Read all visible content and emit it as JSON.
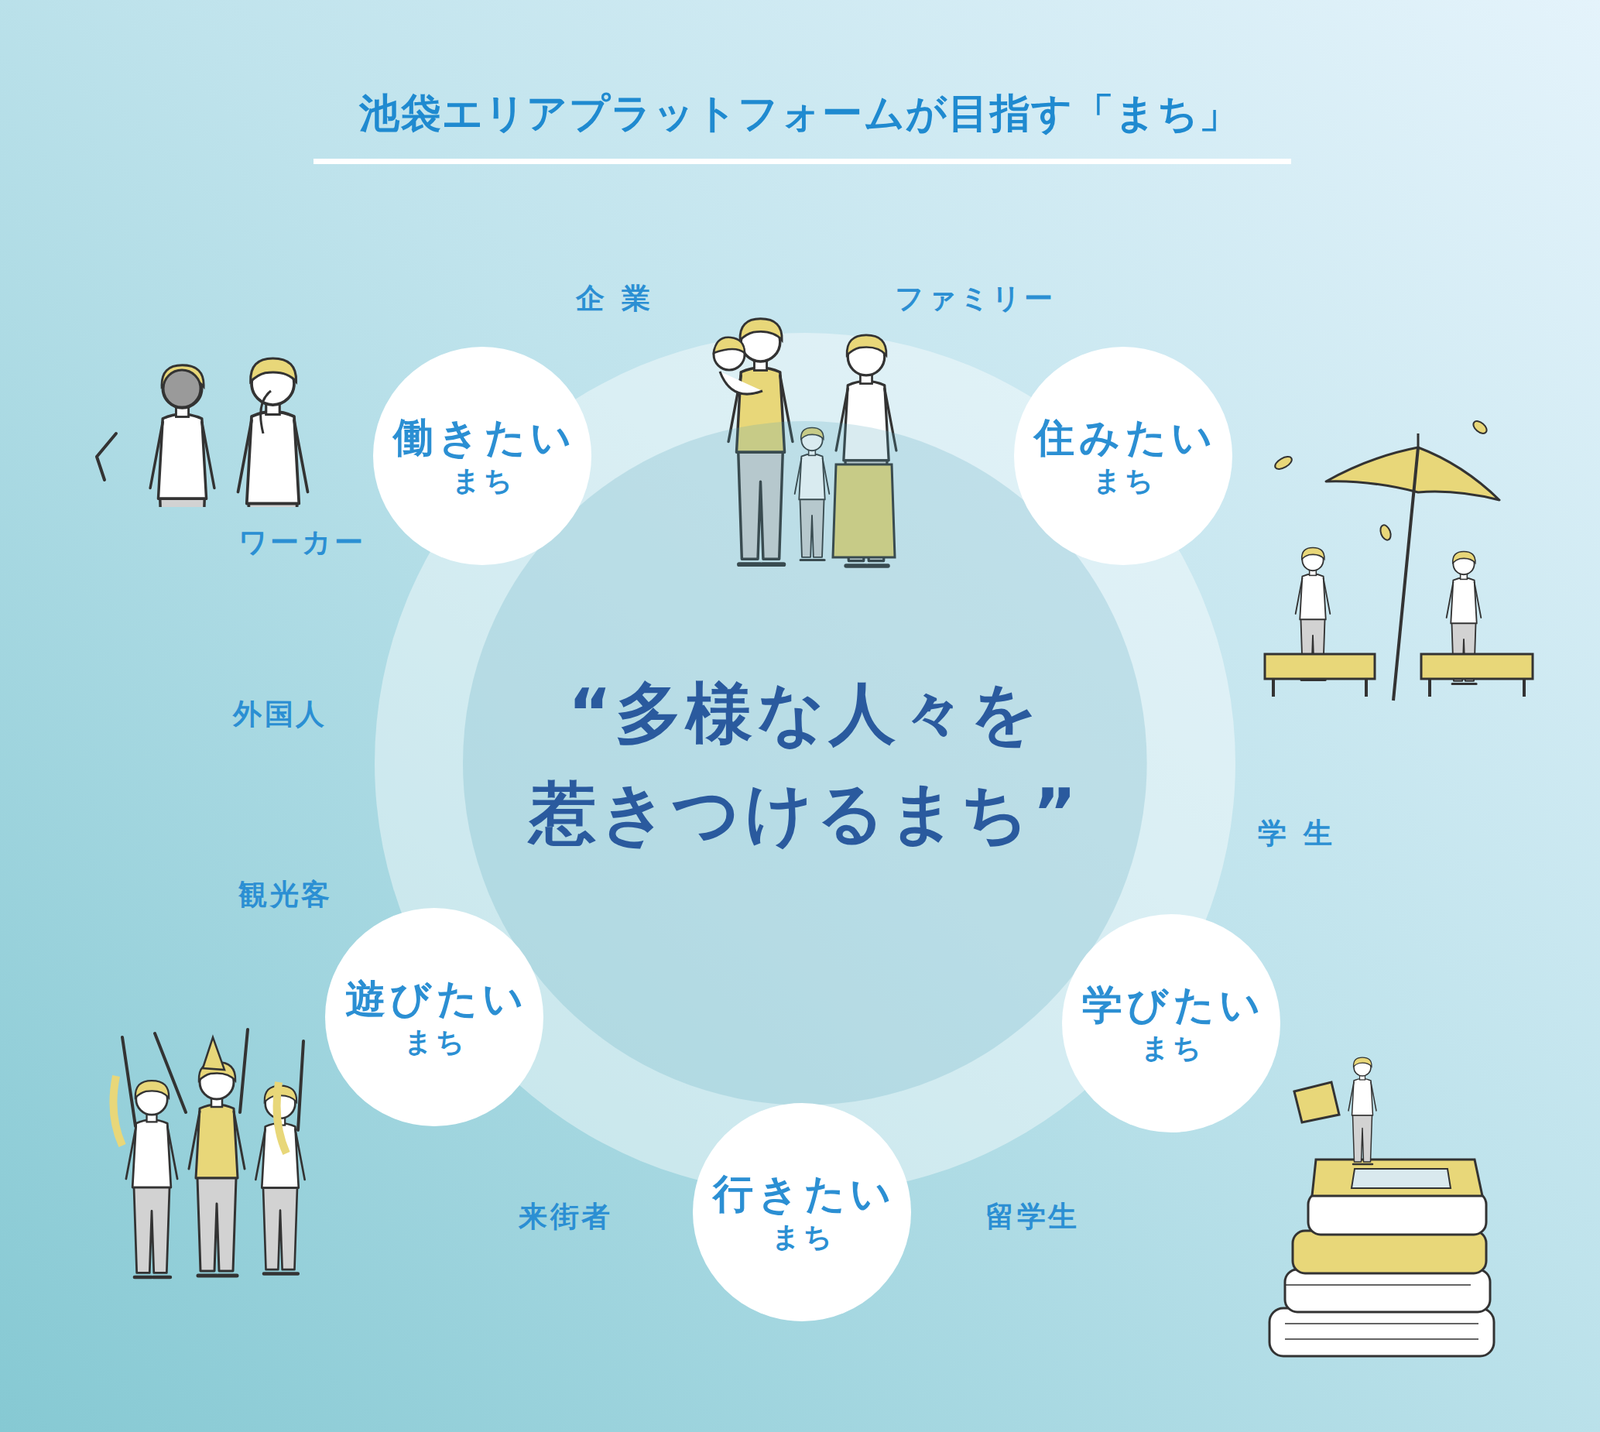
{
  "diagram": {
    "title": "池袋エリアプラットフォームが目指す「まち」",
    "nodes": [
      {
        "text": [
          "“多様な人々を 惹きつけるまち”"
        ]
      },
      {
        "text": [
          "働きたい",
          "まち"
        ]
      },
      {
        "text": [
          "住みたい",
          "まち"
        ]
      },
      {
        "text": [
          "遊びたい",
          "まち"
        ]
      },
      {
        "text": [
          "学びたい",
          "まち"
        ]
      },
      {
        "text": [
          "行きたい",
          "まち"
        ]
      }
    ],
    "labels": [
      "企業",
      "ファミリー",
      "ワーカー",
      "外国人",
      "観光客",
      "学生",
      "来街者",
      "留学生"
    ]
  }
}
